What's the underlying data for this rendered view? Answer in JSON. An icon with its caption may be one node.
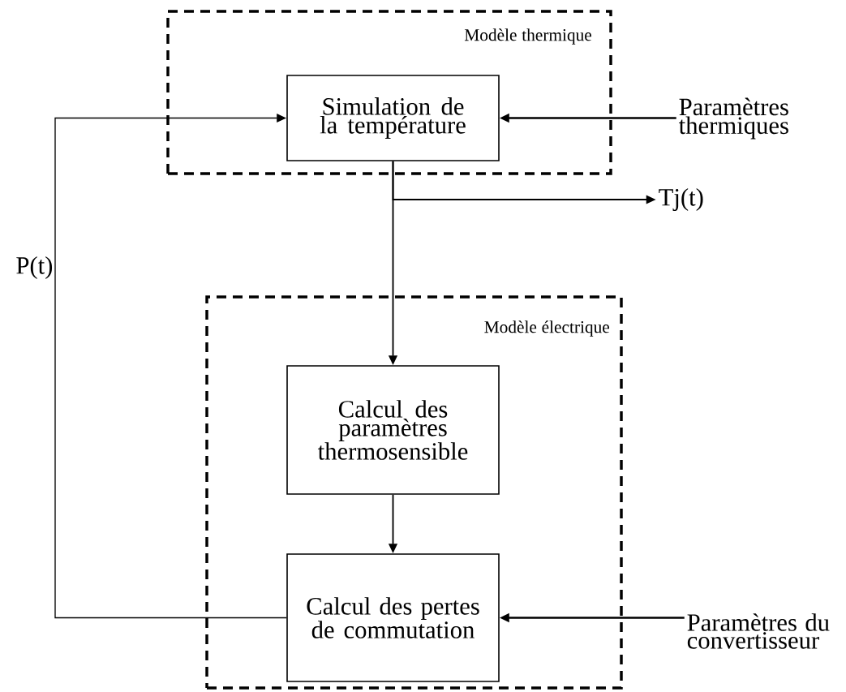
{
  "diagram": {
    "nodes": [
      {
        "text": [
          "Modèle thermique"
        ]
      },
      {
        "text": [
          "Simulation de la température"
        ],
        "in": 0
      },
      {
        "text": [
          "Paramètres thermiques"
        ]
      },
      {
        "text": [
          "Tj(t)"
        ]
      },
      {
        "text": [
          "Modèle électrique"
        ]
      },
      {
        "text": [
          "Calcul des paramètres thermosensible"
        ],
        "in": 4
      },
      {
        "text": [
          "Calcul des pertes de commutation"
        ],
        "in": 4
      },
      {
        "text": [
          "Paramètres du convertisseur"
        ]
      }
    ],
    "edges": [
      {
        "from": 2,
        "to": 1,
        "arrow": "to"
      },
      {
        "from": 1,
        "to": 3,
        "arrow": "to"
      },
      {
        "from": 1,
        "to": 5,
        "arrow": "to"
      },
      {
        "from": 5,
        "to": 6,
        "arrow": "to"
      },
      {
        "from": 7,
        "to": 6,
        "arrow": "to"
      },
      {
        "from": 6,
        "to": 1,
        "arrow": "to",
        "label": "P(t)"
      }
    ]
  }
}
